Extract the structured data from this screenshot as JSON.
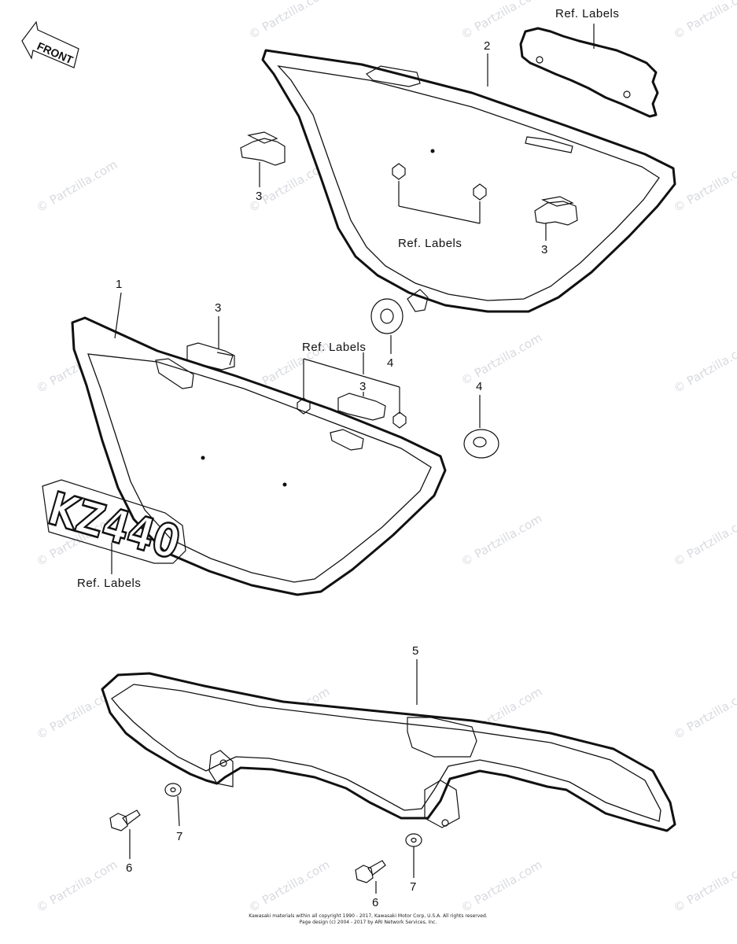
{
  "watermark": {
    "text": "© Partzilla.com"
  },
  "direction": {
    "front_label": "FRONT"
  },
  "emblem": {
    "text": "KZ440"
  },
  "labels": {
    "ref_labels_top": "Ref.  Labels",
    "ref_labels_cover2": "Ref.  Labels",
    "ref_labels_mid": "Ref.  Labels",
    "ref_labels_emblem": "Ref.  Labels"
  },
  "callouts": {
    "c1": "1",
    "c2": "2",
    "c3_a": "3",
    "c3_b": "3",
    "c3_c": "3",
    "c3_d": "3",
    "c4_a": "4",
    "c4_b": "4",
    "c5": "5",
    "c6_a": "6",
    "c6_b": "6",
    "c7_a": "7",
    "c7_b": "7"
  },
  "footer": {
    "line1": "Kawasaki materials within all copyright 1990 - 2017, Kawasaki Motor Corp, U.S.A.  All rights reserved.",
    "line2": "Page design (c) 2004 - 2017 by ARI Network Services, Inc."
  }
}
